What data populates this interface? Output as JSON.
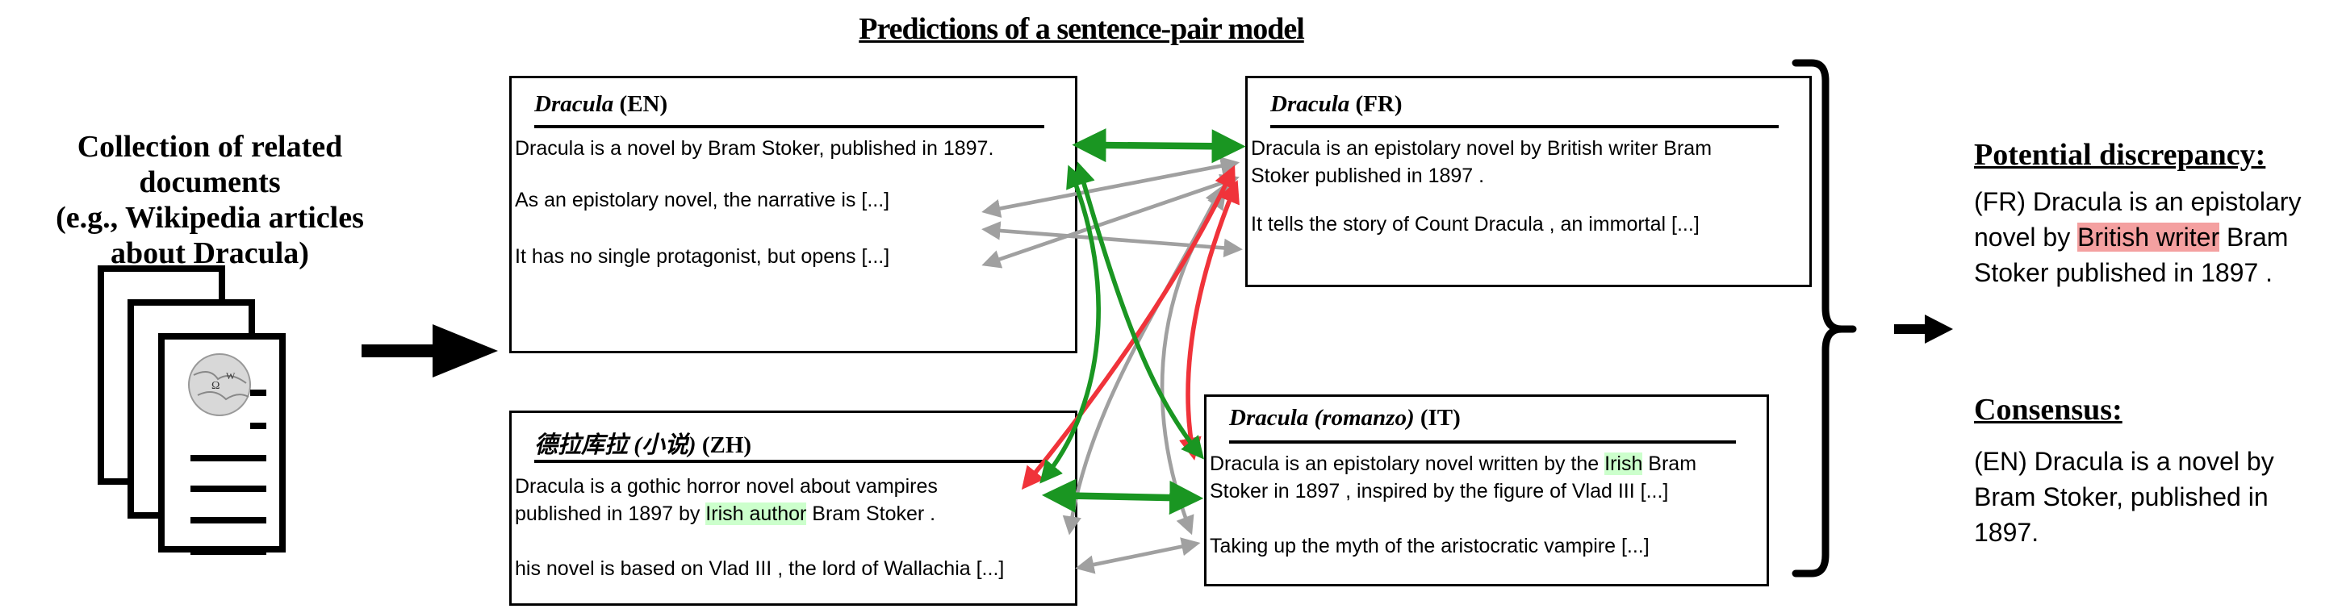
{
  "title": "Predictions of a sentence-pair model",
  "collection": {
    "lines": [
      "Collection of related documents",
      "(e.g., Wikipedia articles",
      "about Dracula)"
    ],
    "icon": "wikipedia-documents-icon"
  },
  "documents": {
    "en": {
      "title": "Dracula",
      "lang": "(EN)",
      "sentences": [
        "Dracula is a novel by Bram Stoker, published in 1897.",
        "As an epistolary novel, the narrative is [...]",
        "It has no single protagonist, but opens  [...]"
      ]
    },
    "fr": {
      "title": "Dracula",
      "lang": " (FR)",
      "sentences": [
        "Dracula is an epistolary novel by British writer Bram",
        "Stoker published in 1897 .",
        "It tells the story of Count Dracula , an immortal [...]"
      ]
    },
    "zh": {
      "title": "德拉库拉 (小说)",
      "lang": "(ZH)",
      "s1_line1": "Dracula is a gothic horror novel about vampires",
      "s1_line2_pre": "published in 1897 by ",
      "s1_line2_hl": "Irish author",
      "s1_line2_post": " Bram Stoker .",
      "s2": "his novel is based on Vlad III , the lord of Wallachia [...]"
    },
    "it": {
      "title": "Dracula (romanzo)",
      "lang": "(IT)",
      "s1_line1_pre": "Dracula is an epistolary novel written by the ",
      "s1_line1_hl": "Irish",
      "s1_line1_post": " Bram",
      "s1_line2": "Stoker in 1897 , inspired by the figure of Vlad III [...]",
      "s2": "Taking up the myth of the aristocratic vampire [...]"
    }
  },
  "discrepancy": {
    "heading": "Potential discrepancy:",
    "line1": "(FR) Dracula is an epistolary",
    "line2_pre": "novel by ",
    "line2_hl": "British writer",
    "line2_post": " Bram",
    "line3": "Stoker published in 1897 ."
  },
  "consensus": {
    "heading": "Consensus:",
    "lines": [
      "(EN) Dracula is a novel by",
      "Bram Stoker, published in",
      "1897."
    ]
  },
  "colors": {
    "agree": "#1a9622",
    "disagree": "#f0333a",
    "neutral": "#a0a0a0",
    "highlight_agree": "#ccffcc",
    "highlight_disagree": "#f4a0a0"
  }
}
